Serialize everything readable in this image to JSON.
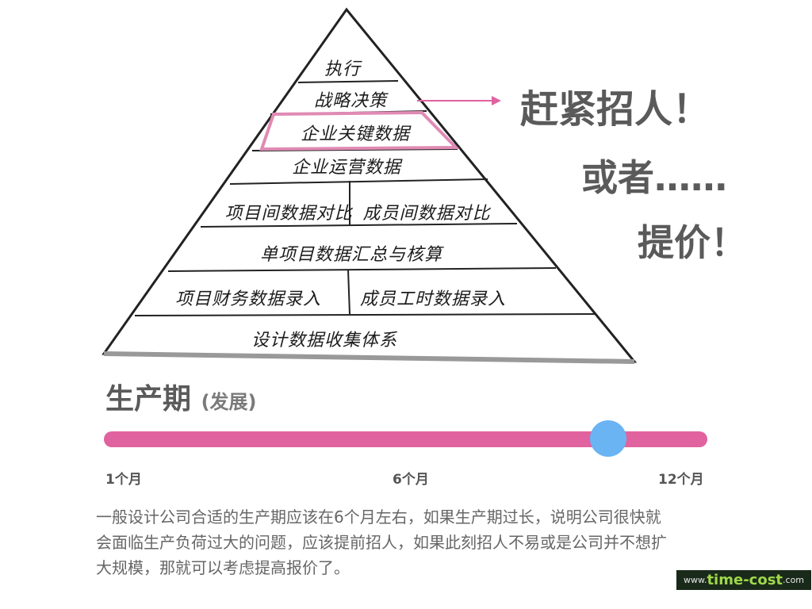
{
  "pyramid": {
    "levels": [
      {
        "name": "level-1",
        "cells": [
          "执行"
        ]
      },
      {
        "name": "level-2",
        "cells": [
          "战略决策"
        ]
      },
      {
        "name": "level-3",
        "cells": [
          "企业关键数据"
        ]
      },
      {
        "name": "level-4",
        "cells": [
          "企业运营数据"
        ]
      },
      {
        "name": "level-5",
        "cells": [
          "项目间数据对比",
          "成员间数据对比"
        ]
      },
      {
        "name": "level-6",
        "cells": [
          "单项目数据汇总与核算"
        ]
      },
      {
        "name": "level-7",
        "cells": [
          "项目财务数据录入",
          "成员工时数据录入"
        ]
      },
      {
        "name": "level-8",
        "cells": [
          "设计数据收集体系"
        ]
      }
    ],
    "highlight_color": "#e08ab4"
  },
  "callout": {
    "line1": "赶紧招人！",
    "line2": "或者……",
    "line3": "提价！"
  },
  "period": {
    "title": "生产期",
    "subtitle": "(发展)",
    "ticks": [
      "1个月",
      "6个月",
      "12个月"
    ],
    "slider": {
      "min_months": 1,
      "max_months": 12,
      "value_months": 10.2
    },
    "track_color": "#e0629f",
    "thumb_color": "#6ab4f3"
  },
  "description": "一般设计公司合适的生产期应该在6个月左右，如果生产期过长，说明公司很快就会面临生产负荷过大的问题，应该提前招人，如果此刻招人不易或是公司并不想扩大规模，那就可以考虑提高报价了。",
  "logo": {
    "prefix": "www.",
    "name": "time-cost",
    "suffix": ".com"
  }
}
